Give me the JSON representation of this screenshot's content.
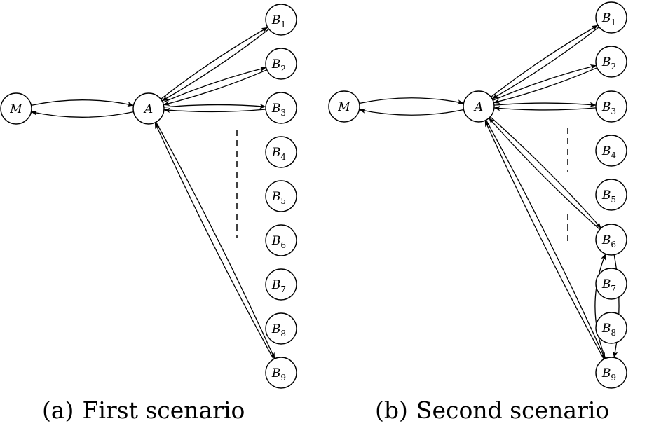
{
  "panels": [
    {
      "id": "a",
      "caption_tag": "(a)",
      "caption_text": "First scenario",
      "nodes": [
        {
          "id": "M",
          "base": "M",
          "sub": ""
        },
        {
          "id": "A",
          "base": "A",
          "sub": ""
        },
        {
          "id": "B1",
          "base": "B",
          "sub": "1"
        },
        {
          "id": "B2",
          "base": "B",
          "sub": "2"
        },
        {
          "id": "B3",
          "base": "B",
          "sub": "3"
        },
        {
          "id": "B4",
          "base": "B",
          "sub": "4"
        },
        {
          "id": "B5",
          "base": "B",
          "sub": "5"
        },
        {
          "id": "B6",
          "base": "B",
          "sub": "6"
        },
        {
          "id": "B7",
          "base": "B",
          "sub": "7"
        },
        {
          "id": "B8",
          "base": "B",
          "sub": "8"
        },
        {
          "id": "B9",
          "base": "B",
          "sub": "9"
        }
      ],
      "edges": [
        {
          "from": "M",
          "to": "A"
        },
        {
          "from": "A",
          "to": "M"
        },
        {
          "from": "A",
          "to": "B1"
        },
        {
          "from": "B1",
          "to": "A"
        },
        {
          "from": "A",
          "to": "B2"
        },
        {
          "from": "B2",
          "to": "A"
        },
        {
          "from": "A",
          "to": "B3"
        },
        {
          "from": "B3",
          "to": "A"
        },
        {
          "from": "A",
          "to": "B9"
        },
        {
          "from": "B9",
          "to": "A"
        }
      ]
    },
    {
      "id": "b",
      "caption_tag": "(b)",
      "caption_text": "Second scenario",
      "nodes": [
        {
          "id": "M",
          "base": "M",
          "sub": ""
        },
        {
          "id": "A",
          "base": "A",
          "sub": ""
        },
        {
          "id": "B1",
          "base": "B",
          "sub": "1"
        },
        {
          "id": "B2",
          "base": "B",
          "sub": "2"
        },
        {
          "id": "B3",
          "base": "B",
          "sub": "3"
        },
        {
          "id": "B4",
          "base": "B",
          "sub": "4"
        },
        {
          "id": "B5",
          "base": "B",
          "sub": "5"
        },
        {
          "id": "B6",
          "base": "B",
          "sub": "6"
        },
        {
          "id": "B7",
          "base": "B",
          "sub": "7"
        },
        {
          "id": "B8",
          "base": "B",
          "sub": "8"
        },
        {
          "id": "B9",
          "base": "B",
          "sub": "9"
        }
      ],
      "edges": [
        {
          "from": "M",
          "to": "A"
        },
        {
          "from": "A",
          "to": "M"
        },
        {
          "from": "A",
          "to": "B1"
        },
        {
          "from": "B1",
          "to": "A"
        },
        {
          "from": "A",
          "to": "B2"
        },
        {
          "from": "B2",
          "to": "A"
        },
        {
          "from": "A",
          "to": "B3"
        },
        {
          "from": "B3",
          "to": "A"
        },
        {
          "from": "A",
          "to": "B6"
        },
        {
          "from": "B6",
          "to": "A"
        },
        {
          "from": "A",
          "to": "B9"
        },
        {
          "from": "B9",
          "to": "A"
        },
        {
          "from": "B6",
          "to": "B9"
        },
        {
          "from": "B9",
          "to": "B6"
        }
      ]
    }
  ]
}
